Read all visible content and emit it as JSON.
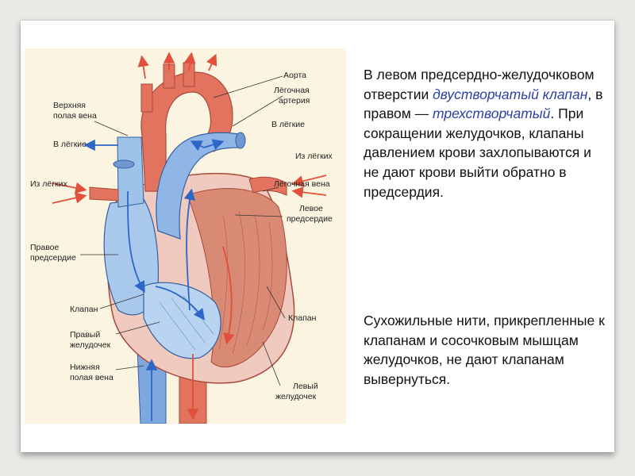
{
  "colors": {
    "background": "#ebe9e6",
    "slide": "#ffffff",
    "diagram_bg": "#fbf4e1",
    "artery_red": "#e2735e",
    "vein_blue": "#9ec3ea",
    "arrow_red": "#e0503a",
    "arrow_blue": "#2e67c8",
    "emphasis_text": "#2b3fa6"
  },
  "diagram": {
    "labels": {
      "aorta": "Аорта",
      "pulmonary_artery_1": "Лёгочная",
      "pulmonary_artery_2": "артерия",
      "to_lungs_right": "В лёгкие",
      "from_lungs_right": "Из лёгких",
      "pulmonary_vein": "Лёгочная вена",
      "left_atrium_1": "Левое",
      "left_atrium_2": "предсердие",
      "valve_right": "Клапан",
      "left_ventricle_1": "Левый",
      "left_ventricle_2": "желудочек",
      "superior_vena_cava_1": "Верхняя",
      "superior_vena_cava_2": "полая вена",
      "to_lungs_left": "В лёгкие",
      "from_lungs_left": "Из лёгких",
      "right_atrium_1": "Правое",
      "right_atrium_2": "предсердие",
      "valve_left": "Клапан",
      "right_ventricle_1": "Правый",
      "right_ventricle_2": "желудочек",
      "inferior_vena_cava_1": "Нижняя",
      "inferior_vena_cava_2": "полая вена"
    }
  },
  "text": {
    "paragraph1": {
      "part1": "В левом предсердно-желудочковом отверстии ",
      "bicuspid": "двустворчатый клапан",
      "part2": ", в правом — ",
      "tricuspid": "трехстворчатый",
      "part3": ". При сокращении желудочков, клапаны давлением крови захлопываются и не дают крови выйти обратно в предсердия."
    },
    "paragraph2": "Сухожильные нити, прикрепленные к клапанам и сосочковым мышцам желудочков, не дают клапанам вывернуться."
  }
}
